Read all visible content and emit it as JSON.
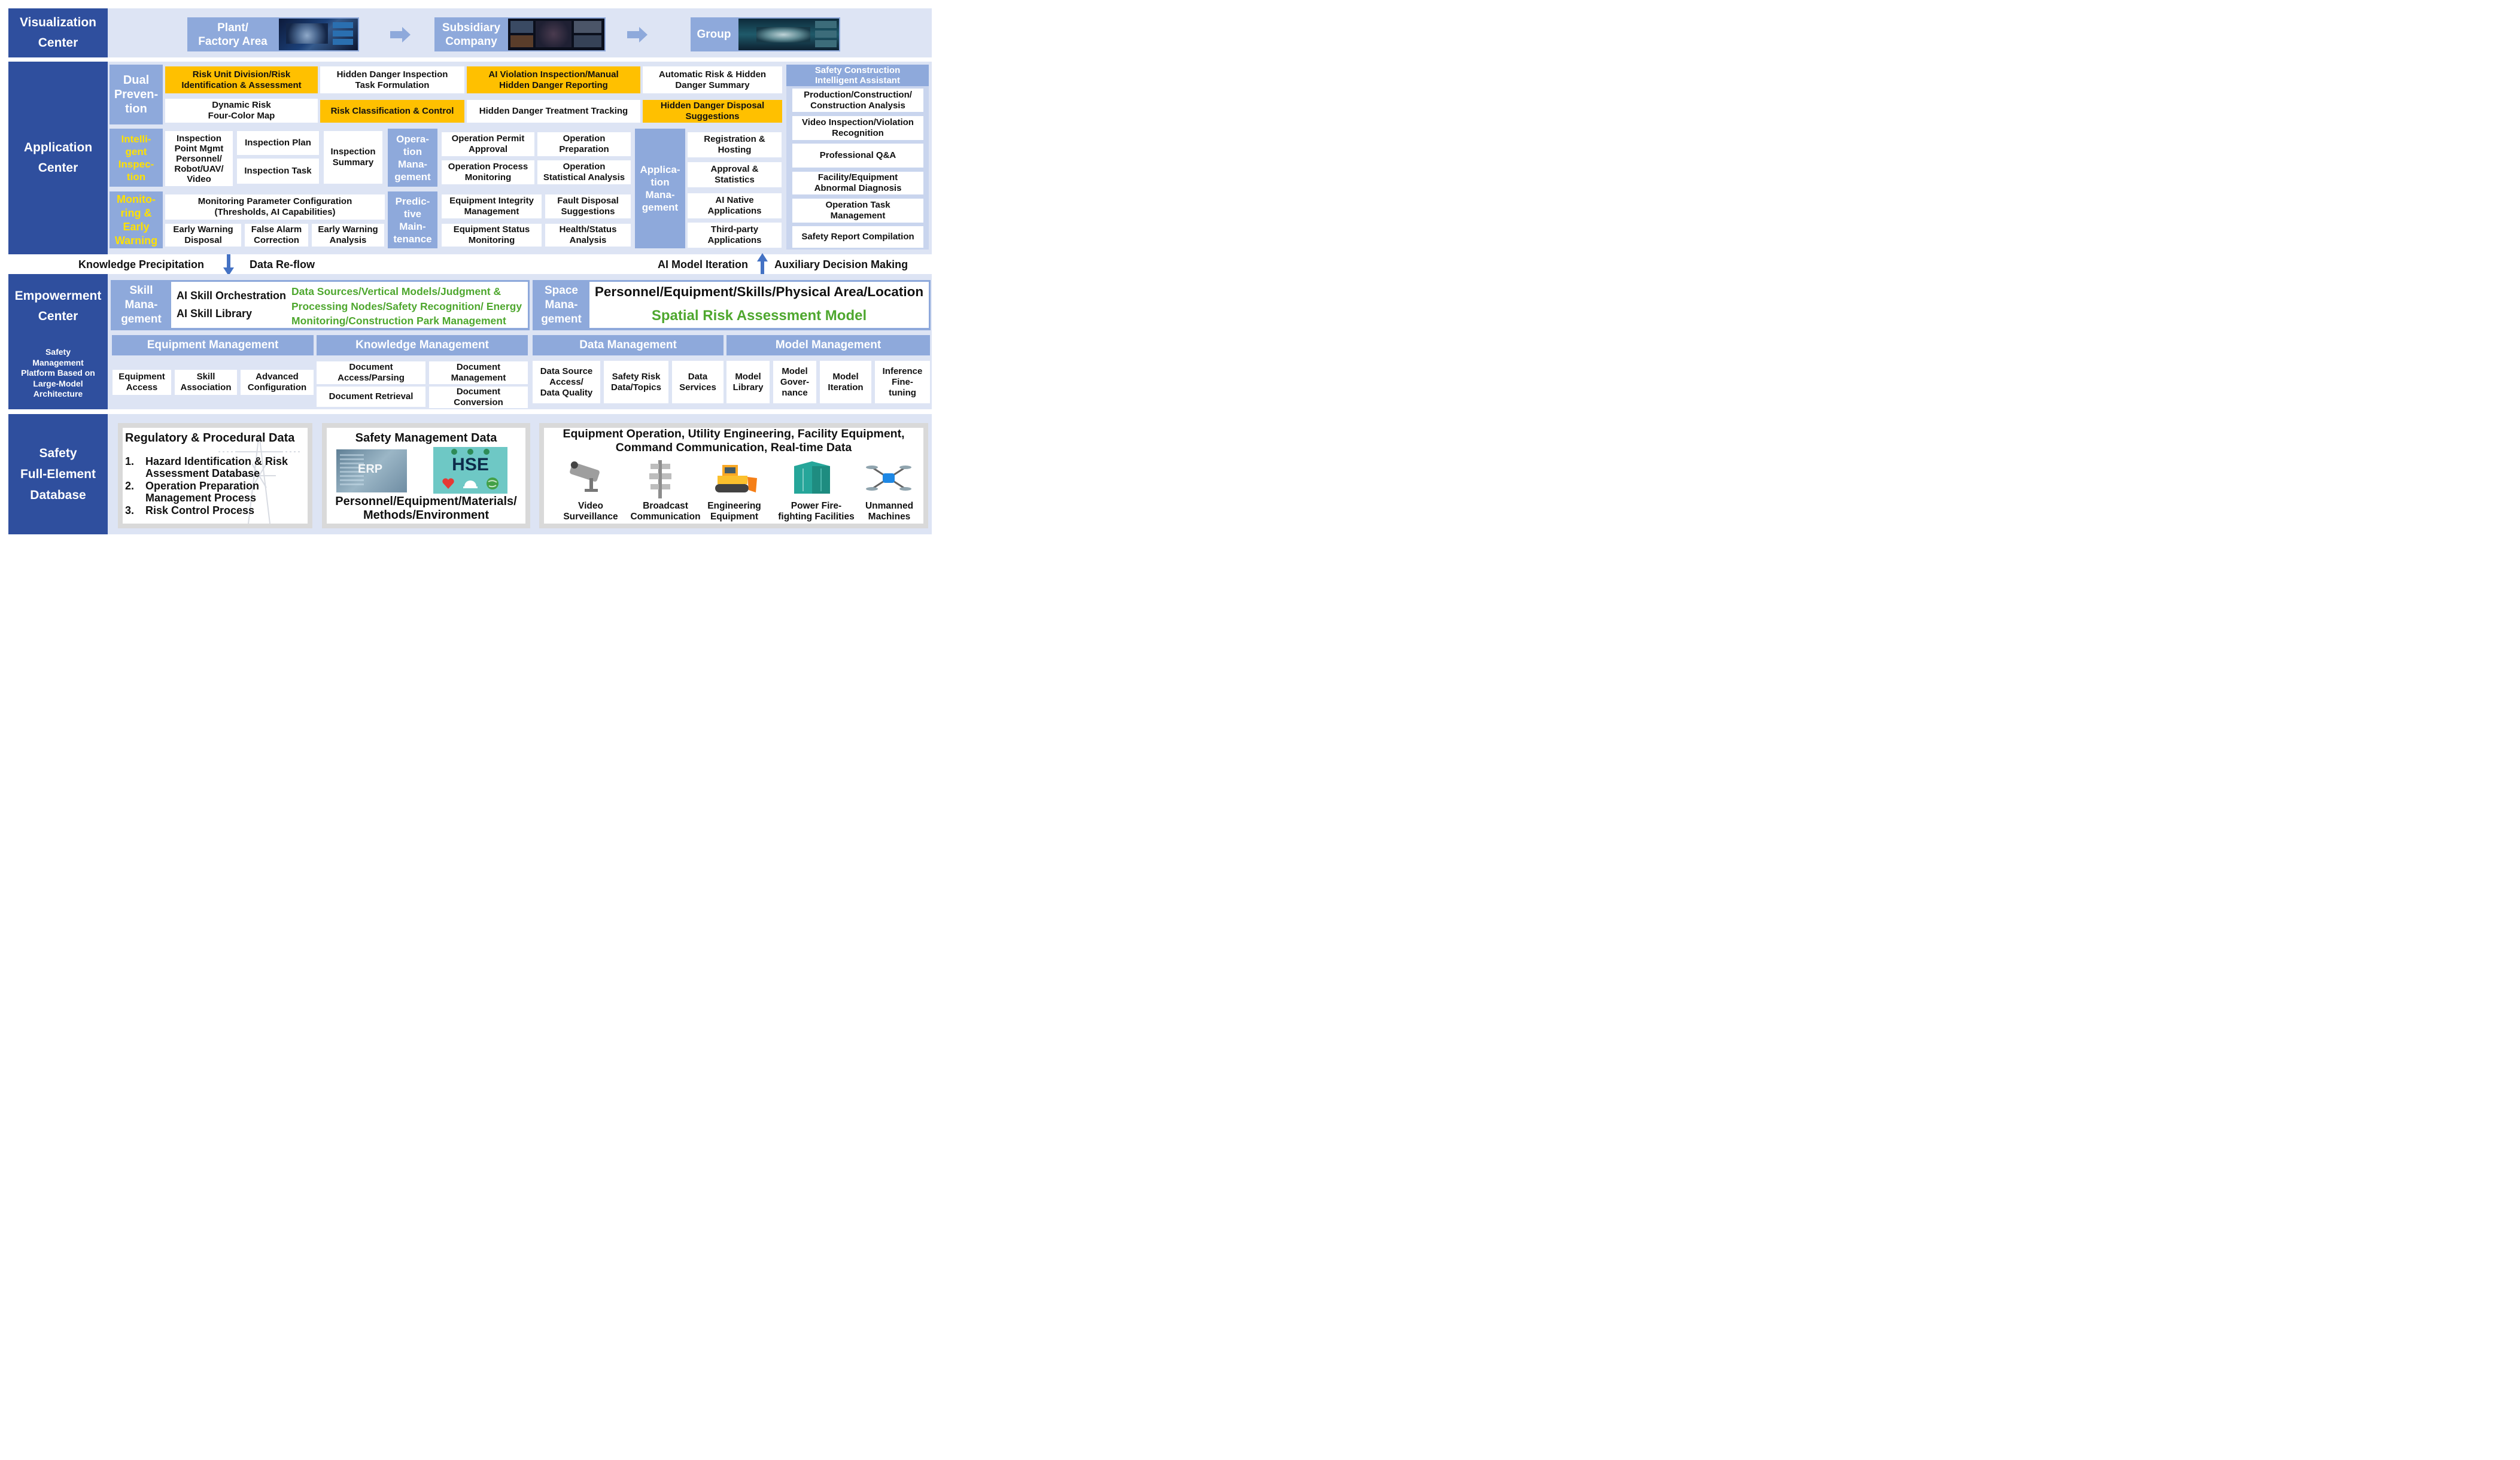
{
  "visualization": {
    "title": "Visualization\nCenter",
    "levels": [
      {
        "label": "Plant/\nFactory Area",
        "screen": "plant-dashboard-screenshot"
      },
      {
        "label": "Subsidiary\nCompany",
        "screen": "subsidiary-dashboard-screenshot"
      },
      {
        "label": "Group",
        "screen": "group-dashboard-screenshot"
      }
    ],
    "arrow_icon": "right-arrow-icon"
  },
  "application": {
    "title": "Application\nCenter",
    "dual_prevention": {
      "label": "Dual\nPreven-\ntion",
      "row1": [
        {
          "text": "Risk Unit Division/Risk\nIdentification & Assessment",
          "highlight": true
        },
        {
          "text": "Hidden Danger Inspection\nTask Formulation",
          "highlight": false
        },
        {
          "text": "AI Violation Inspection/Manual\nHidden Danger Reporting",
          "highlight": true
        },
        {
          "text": "Automatic Risk & Hidden\nDanger Summary",
          "highlight": false
        }
      ],
      "row2": [
        {
          "text": "Dynamic Risk\nFour-Color Map",
          "highlight": false
        },
        {
          "text": "Risk Classification & Control",
          "highlight": true
        },
        {
          "text": "Hidden Danger Treatment Tracking",
          "highlight": false
        },
        {
          "text": "Hidden Danger Disposal\nSuggestions",
          "highlight": true
        }
      ]
    },
    "intelligent_inspection": {
      "label": "Intelli-\ngent\nInspec-\ntion",
      "items": {
        "point_mgmt": "Inspection\nPoint Mgmt\nPersonnel/\nRobot/UAV/\nVideo",
        "plan": "Inspection Plan",
        "task": "Inspection Task",
        "summary": "Inspection\nSummary"
      }
    },
    "operation_management": {
      "label": "Opera-\ntion\nMana-\ngement",
      "items": [
        "Operation Permit\nApproval",
        "Operation\nPreparation",
        "Operation Process\nMonitoring",
        "Operation\nStatistical Analysis"
      ]
    },
    "application_management": {
      "label": "Applica-\ntion\nMana-\ngement",
      "items": [
        "Registration &\nHosting",
        "Approval &\nStatistics",
        "AI Native\nApplications",
        "Third-party\nApplications"
      ]
    },
    "monitoring": {
      "label": "Monito-\nring &\nEarly\nWarning",
      "config": "Monitoring Parameter Configuration\n(Thresholds, AI Capabilities)",
      "items": [
        "Early Warning\nDisposal",
        "False Alarm\nCorrection",
        "Early Warning\nAnalysis"
      ]
    },
    "predictive": {
      "label": "Predic-\ntive\nMain-\ntenance",
      "items": [
        "Equipment Integrity\nManagement",
        "Fault Disposal\nSuggestions",
        "Equipment Status\nMonitoring",
        "Health/Status\nAnalysis"
      ]
    },
    "assistant": {
      "title": "Safety Construction\nIntelligent Assistant",
      "items": [
        "Production/Construction/\nConstruction Analysis",
        "Video Inspection/Violation\nRecognition",
        "Professional Q&A",
        "Facility/Equipment\nAbnormal Diagnosis",
        "Operation Task\nManagement",
        "Safety Report Compilation"
      ]
    }
  },
  "flows": {
    "left1": "Knowledge Precipitation",
    "left2": "Data Re-flow",
    "right1": "AI Model Iteration",
    "right2": "Auxiliary Decision Making",
    "down_arrow": "down-arrow-icon",
    "up_arrow": "up-arrow-icon"
  },
  "empowerment": {
    "title": "Empowerment\nCenter",
    "subtitle": "Safety\nManagement\nPlatform Based on\nLarge-Model\nArchitecture",
    "skill": {
      "label": "Skill\nMana-\ngement",
      "orchestration": "AI Skill Orchestration",
      "library": "AI Skill Library",
      "green_text": "Data Sources/Vertical Models/Judgment &\nProcessing Nodes/Safety Recognition/ Energy\nMonitoring/Construction Park Management"
    },
    "space": {
      "label": "Space\nMana-\ngement",
      "line1": "Personnel/Equipment/Skills/Physical Area/Location",
      "line2": "Spatial Risk Assessment Model"
    },
    "equipment": {
      "header": "Equipment Management",
      "items": [
        "Equipment\nAccess",
        "Skill\nAssociation",
        "Advanced\nConfiguration"
      ]
    },
    "knowledge": {
      "header": "Knowledge Management",
      "items": [
        "Document\nAccess/Parsing",
        "Document\nManagement",
        "Document Retrieval",
        "Document\nConversion"
      ]
    },
    "data": {
      "header": "Data Management",
      "items": [
        "Data Source\nAccess/\nData Quality",
        "Safety Risk\nData/Topics",
        "Data\nServices"
      ]
    },
    "model": {
      "header": "Model Management",
      "items": [
        "Model\nLibrary",
        "Model\nGover-\nnance",
        "Model\nIteration",
        "Inference\nFine-\ntuning"
      ]
    }
  },
  "database": {
    "title": "Safety\nFull-Element\nDatabase",
    "regulatory": {
      "title": "Regulatory & Procedural Data",
      "items": [
        {
          "num": "1.",
          "text": "Hazard Identification & Risk\nAssessment Database"
        },
        {
          "num": "2.",
          "text": "Operation Preparation\nManagement Process"
        },
        {
          "num": "3.",
          "text": "Risk Control Process"
        }
      ]
    },
    "safety": {
      "title": "Safety Management Data",
      "erp": "ERP",
      "hse": "HSE",
      "footer": "Personnel/Equipment/Materials/\nMethods/Environment"
    },
    "equipment": {
      "title": "Equipment Operation, Utility Engineering, Facility Equipment,\nCommand Communication, Real-time Data",
      "items": [
        {
          "label": "Video\nSurveillance",
          "icon": "cctv-camera-icon"
        },
        {
          "label": "Broadcast\nCommunication",
          "icon": "loudspeaker-tower-icon"
        },
        {
          "label": "Engineering\nEquipment",
          "icon": "bulldozer-icon"
        },
        {
          "label": "Power Fire-\nfighting Facilities",
          "icon": "power-cabinet-icon"
        },
        {
          "label": "Unmanned\nMachines",
          "icon": "drone-icon"
        }
      ]
    }
  },
  "colors": {
    "navy": "#2f4f9e",
    "band": "#dde4f4",
    "mid_blue": "#8ea9db",
    "highlight": "#ffc000",
    "label_yellow": "#ffe100",
    "green": "#4ea72e"
  }
}
